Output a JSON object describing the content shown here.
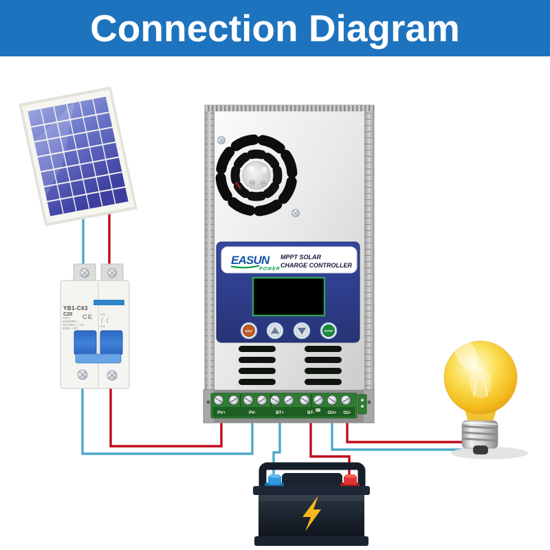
{
  "header": {
    "title": "Connection Diagram"
  },
  "colors": {
    "header_bg": "#1e73be",
    "wire_positive": "#c20a1a",
    "wire_negative": "#4fa7c7",
    "controller_panel_blue": "#2b3d92",
    "brand_blue": "#1353a8",
    "brand_green": "#12a14b",
    "terminal_green": "#2e7d32",
    "bulb_yellow": "#f3bb1c",
    "battery_body": "#1a2330",
    "breaker_toggle_blue": "#3b7fd8"
  },
  "controller": {
    "brand": "EASUN",
    "brand_sub": "POWER",
    "product_line1": "MPPT SOLAR",
    "product_line2": "CHARGE CONTROLLER",
    "buttons": {
      "esc": "ESC",
      "enter": "ENTER"
    },
    "terminals": [
      "PV+",
      "PV-",
      "BT+",
      "BT-",
      "OU+",
      "OU-"
    ]
  },
  "breaker": {
    "model": "YB1-C63",
    "rating": "C20",
    "cert": "CE",
    "specs": [
      "400V~",
      "IEC60898-1",
      "GB10963.1 ↑ON",
      "6000A ↓OFF"
    ],
    "poles_top": "1  3",
    "poles_bottom": "2  4"
  }
}
